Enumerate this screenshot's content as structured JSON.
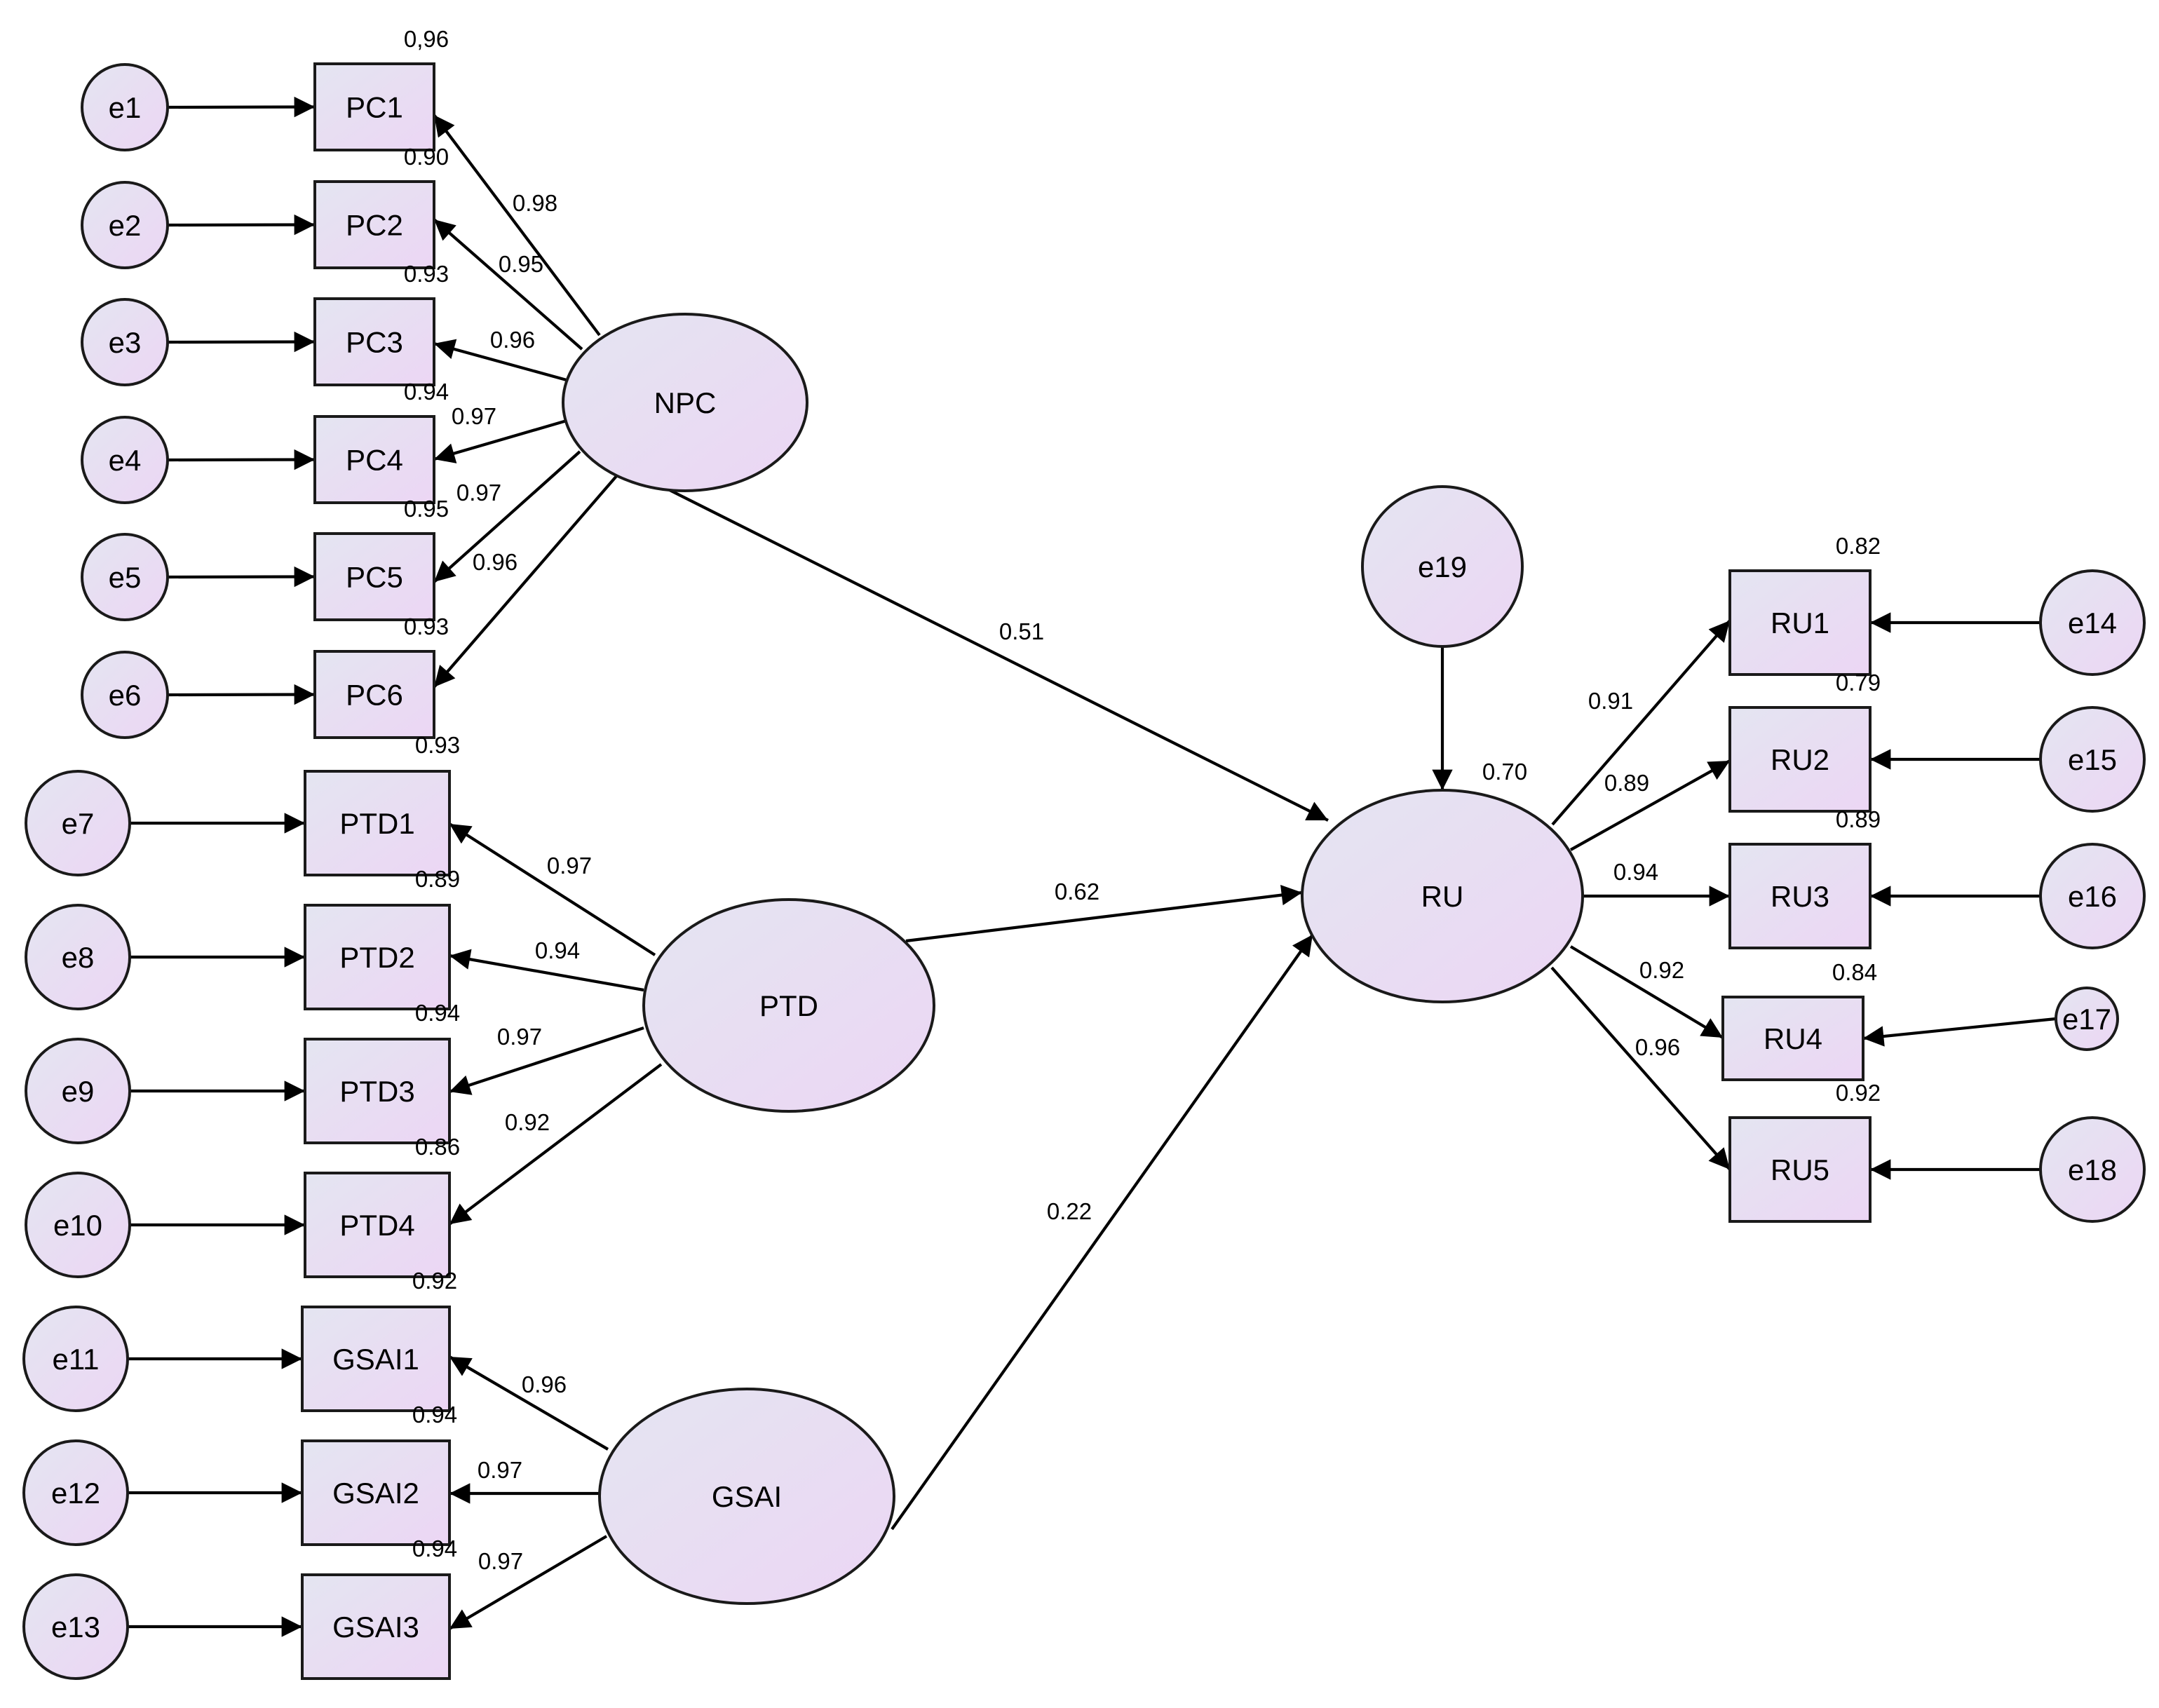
{
  "latents": [
    {
      "id": "NPC",
      "label": "NPC"
    },
    {
      "id": "PTD",
      "label": "PTD"
    },
    {
      "id": "GSAI",
      "label": "GSAI"
    },
    {
      "id": "RU",
      "label": "RU",
      "r2": "0.70"
    }
  ],
  "indicators": [
    {
      "id": "PC1",
      "label": "PC1",
      "r2": "0,96",
      "latent": "NPC",
      "loading": "0.98",
      "error": "e1"
    },
    {
      "id": "PC2",
      "label": "PC2",
      "r2": "0.90",
      "latent": "NPC",
      "loading": "0.95",
      "error": "e2"
    },
    {
      "id": "PC3",
      "label": "PC3",
      "r2": "0.93",
      "latent": "NPC",
      "loading": "0.96",
      "error": "e3"
    },
    {
      "id": "PC4",
      "label": "PC4",
      "r2": "0.94",
      "latent": "NPC",
      "loading": "0.97",
      "error": "e4"
    },
    {
      "id": "PC5",
      "label": "PC5",
      "r2": "0.95",
      "latent": "NPC",
      "loading": "0.97",
      "error": "e5"
    },
    {
      "id": "PC6",
      "label": "PC6",
      "r2": "0.93",
      "latent": "NPC",
      "loading": "0.96",
      "error": "e6"
    },
    {
      "id": "PTD1",
      "label": "PTD1",
      "r2": "0.93",
      "latent": "PTD",
      "loading": "0.97",
      "error": "e7"
    },
    {
      "id": "PTD2",
      "label": "PTD2",
      "r2": "0.89",
      "latent": "PTD",
      "loading": "0.94",
      "error": "e8"
    },
    {
      "id": "PTD3",
      "label": "PTD3",
      "r2": "0.94",
      "latent": "PTD",
      "loading": "0.97",
      "error": "e9"
    },
    {
      "id": "PTD4",
      "label": "PTD4",
      "r2": "0.86",
      "latent": "PTD",
      "loading": "0.92",
      "error": "e10"
    },
    {
      "id": "GSAI1",
      "label": "GSAI1",
      "r2": "0.92",
      "latent": "GSAI",
      "loading": "0.96",
      "error": "e11"
    },
    {
      "id": "GSAI2",
      "label": "GSAI2",
      "r2": "0.94",
      "latent": "GSAI",
      "loading": "0.97",
      "error": "e12"
    },
    {
      "id": "GSAI3",
      "label": "GSAI3",
      "r2": "0.94",
      "latent": "GSAI",
      "loading": "0.97",
      "error": "e13"
    },
    {
      "id": "RU1",
      "label": "RU1",
      "r2": "0.82",
      "latent": "RU",
      "loading": "0.91",
      "error": "e14"
    },
    {
      "id": "RU2",
      "label": "RU2",
      "r2": "0.79",
      "latent": "RU",
      "loading": "0.89",
      "error": "e15"
    },
    {
      "id": "RU3",
      "label": "RU3",
      "r2": "0.89",
      "latent": "RU",
      "loading": "0.94",
      "error": "e16"
    },
    {
      "id": "RU4",
      "label": "RU4",
      "r2": "0.84",
      "latent": "RU",
      "loading": "0.92",
      "error": "e17"
    },
    {
      "id": "RU5",
      "label": "RU5",
      "r2": "0.92",
      "latent": "RU",
      "loading": "0.96",
      "error": "e18"
    }
  ],
  "errors": [
    {
      "id": "e1",
      "label": "e1"
    },
    {
      "id": "e2",
      "label": "e2"
    },
    {
      "id": "e3",
      "label": "e3"
    },
    {
      "id": "e4",
      "label": "e4"
    },
    {
      "id": "e5",
      "label": "e5"
    },
    {
      "id": "e6",
      "label": "e6"
    },
    {
      "id": "e7",
      "label": "e7"
    },
    {
      "id": "e8",
      "label": "e8"
    },
    {
      "id": "e9",
      "label": "e9"
    },
    {
      "id": "e10",
      "label": "e10"
    },
    {
      "id": "e11",
      "label": "e11"
    },
    {
      "id": "e12",
      "label": "e12"
    },
    {
      "id": "e13",
      "label": "e13"
    },
    {
      "id": "e14",
      "label": "e14"
    },
    {
      "id": "e15",
      "label": "e15"
    },
    {
      "id": "e16",
      "label": "e16"
    },
    {
      "id": "e17",
      "label": "e17"
    },
    {
      "id": "e18",
      "label": "e18"
    },
    {
      "id": "e19",
      "label": "e19"
    }
  ],
  "structural_paths": [
    {
      "from": "NPC",
      "to": "RU",
      "coef": "0.51"
    },
    {
      "from": "PTD",
      "to": "RU",
      "coef": "0.62"
    },
    {
      "from": "GSAI",
      "to": "RU",
      "coef": "0.22"
    }
  ],
  "disturbance": {
    "from": "e19",
    "to": "RU"
  },
  "colors": {
    "fill_start": "#e4e5f1",
    "fill_end": "#ecd6f4",
    "stroke": "#1a1a1a",
    "edge": "#000000"
  }
}
